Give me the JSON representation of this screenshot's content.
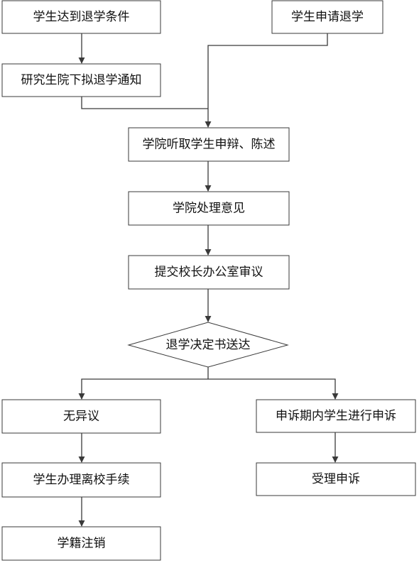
{
  "nodes": {
    "condition": "学生达到退学条件",
    "apply": "学生申请退学",
    "notice": "研究生院下拟退学通知",
    "hearing": "学院听取学生申辩、陈述",
    "opinion": "学院处理意见",
    "review": "提交校长办公室审议",
    "deliver": "退学决定书送达",
    "no_objection": "无异议",
    "appeal": "申诉期内学生进行申诉",
    "procedures": "学生办理离校手续",
    "accept": "受理申诉",
    "cancel": "学籍注销"
  }
}
